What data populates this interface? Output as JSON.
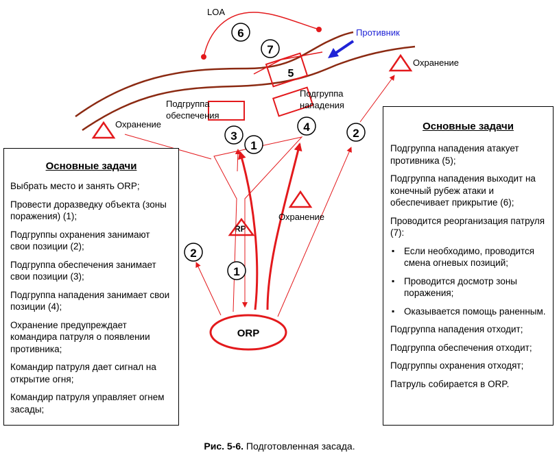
{
  "diagram": {
    "loa": "LOA",
    "enemy": "Противник",
    "security_right": "Охранение",
    "security_left": "Охранение",
    "security_center": "Охранение",
    "support_group": [
      "Подгруппа",
      "обеспечения"
    ],
    "assault_group": [
      "Подгруппа",
      "нападения"
    ],
    "rp": "RP",
    "orp": "ORP",
    "markers": {
      "m6": "6",
      "m7": "7",
      "m5": "5",
      "m4": "4",
      "m3": "3",
      "m1_top": "1",
      "m2_right": "2",
      "m2_left": "2",
      "m1_bottom": "1"
    }
  },
  "left_box": {
    "title": "Основные задачи",
    "items": [
      "Выбрать место и занять ORP;",
      "Провести доразведку объекта (зоны поражения) (1);",
      "Подгруппы охранения занимают свои позиции (2);",
      "Подгруппа обеспечения занимает свои позиции (3);",
      "Подгруппа нападения занимает свои позиции (4);",
      "Охранение предупреждает командира патруля о появлении противника;",
      "Командир патруля дает сигнал на открытие огня;",
      "Командир патруля управляет огнем засады;"
    ]
  },
  "right_box": {
    "title": "Основные задачи",
    "items_before": [
      "Подгруппа нападения атакует противника (5);",
      "Подгруппа нападения выходит на конечный рубеж атаки и обеспечивает прикрытие (6);",
      "Проводится реорганизация патруля (7):"
    ],
    "bullets": [
      "Если необходимо, проводится смена огневых позиций;",
      "Проводится досмотр зоны поражения;",
      "Оказывается помощь раненным."
    ],
    "items_after": [
      "Подгруппа нападения отходит;",
      "Подгруппа обеспечения отходит;",
      "Подгруппы охранения отходят;",
      "Патруль собирается в ORP."
    ]
  },
  "caption": {
    "label": "Рис. 5-6.",
    "text": " Подготовленная засада."
  },
  "colors": {
    "red": "#e3191c",
    "road": "#8b2a12",
    "enemy": "#1f23d6"
  }
}
